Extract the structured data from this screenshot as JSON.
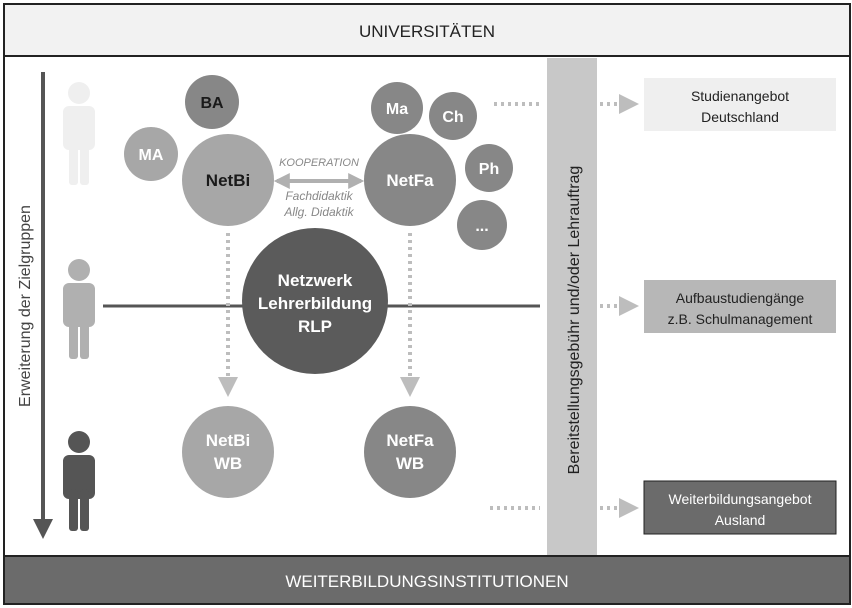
{
  "header": {
    "title": "UNIVERSITÄTEN"
  },
  "footer": {
    "title": "WEITERBILDUNGSINSTITUTIONEN"
  },
  "left_axis": {
    "label": "Erweiterung der Zielgruppen"
  },
  "vertical_bar": {
    "label": "Bereitstellungsgebühr und/oder Lehrauftrag"
  },
  "circles": {
    "ba": "BA",
    "ma": "MA",
    "netbi": "NetBi",
    "netfa": "NetFa",
    "math": "Ma",
    "chem": "Ch",
    "phys": "Ph",
    "more": "...",
    "center": [
      "Netzwerk",
      "Lehrerbildung",
      "RLP"
    ],
    "netbi_wb": [
      "NetBi",
      "WB"
    ],
    "netfa_wb": [
      "NetFa",
      "WB"
    ]
  },
  "cooperation": {
    "title": "KOOPERATION",
    "line1": "Fachdidaktik",
    "line2": "Allg. Didaktik"
  },
  "outputs": {
    "studien": [
      "Studienangebot",
      "Deutschland"
    ],
    "aufbau": [
      "Aufbaustudiengänge",
      "z.B. Schulmanagement"
    ],
    "weiter": [
      "Weiterbildungsangebot",
      "Ausland"
    ]
  },
  "colors": {
    "light": "#efefef",
    "mid": "#b7b7b7",
    "circle_mid": "#a7a7a7",
    "circle_dark": "#878787",
    "center": "#5b5b5b",
    "footer": "#6b6b6b",
    "bar": "#c8c8c8"
  }
}
